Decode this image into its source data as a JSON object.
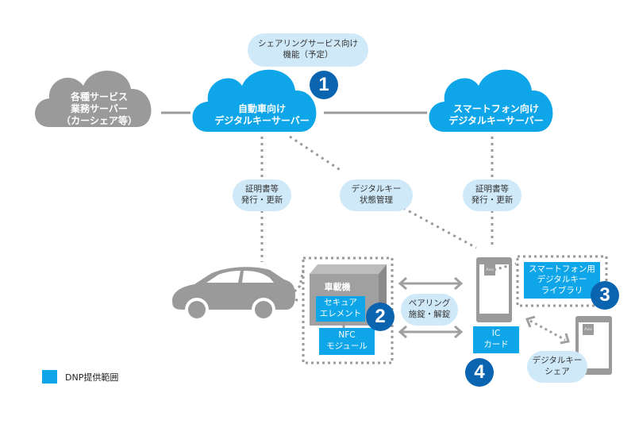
{
  "clouds": {
    "service_server": {
      "label": "各種サービス\n業務サーバー\n（カーシェア等）",
      "color": "#9a9a9a"
    },
    "auto_key_server": {
      "label": "自動車向け\nデジタルキーサーバー",
      "color": "#0ea6e8"
    },
    "smartphone_key_server": {
      "label": "スマートフォン向け\nデジタルキーサーバー",
      "color": "#0ea6e8"
    }
  },
  "pills": {
    "sharing_service": "シェアリングサービス向け\n機能（予定）",
    "cert_left": "証明書等\n発行・更新",
    "key_state": "デジタルキー\n状態管理",
    "cert_right": "証明書等\n発行・更新",
    "pairing": "ペアリング\n施錠・解錠",
    "key_share": "デジタルキー\nシェア"
  },
  "vehicle_unit": {
    "label": "車載機",
    "secure_element": "セキュア\nエレメント",
    "nfc_module": "NFC\nモジュール"
  },
  "smartphone_library": "スマートフォン用\nデジタルキー\nライブラリ",
  "ic_card": "IC\nカード",
  "app_icon_label": "Aaa",
  "badges": [
    "1",
    "2",
    "3",
    "4"
  ],
  "legend": {
    "label": "DNP提供範囲",
    "color": "#0ea6e8"
  },
  "colors": {
    "accent": "#0ea6e8",
    "badge": "#0b64b0",
    "pill": "#cfe9f9",
    "gray": "#9a9a9a"
  }
}
